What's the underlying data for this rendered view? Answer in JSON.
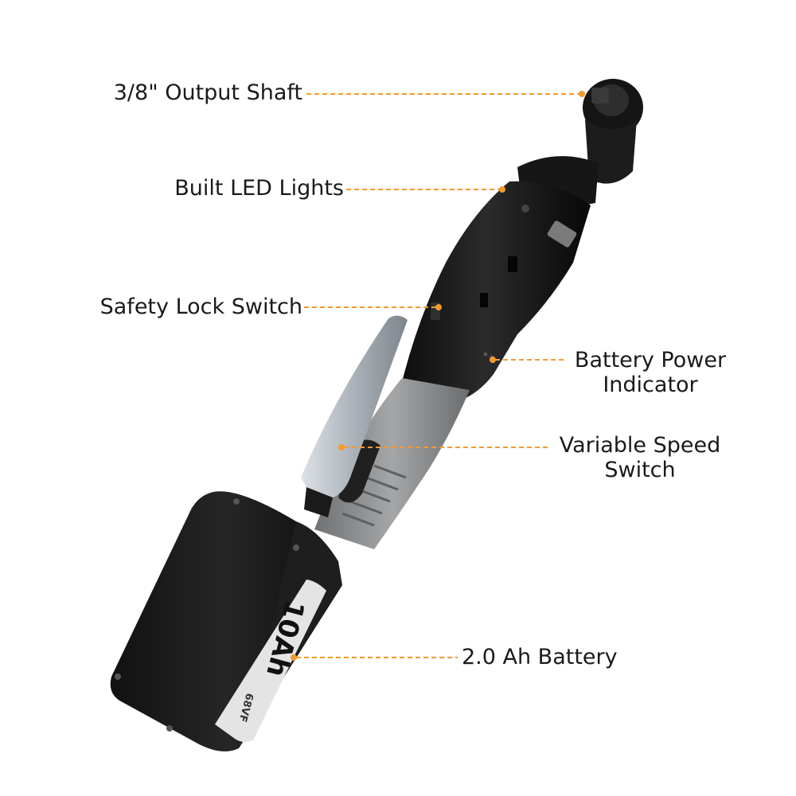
{
  "colors": {
    "accent": "#f39a2f",
    "tool_body": "#1b1b1b",
    "tool_grip": "#8c8e90",
    "clip": "#b6bcc2"
  },
  "callouts": {
    "output_shaft": "3/8\" Output Shaft",
    "led_lights": "Built LED Lights",
    "safety_lock": "Safety Lock Switch",
    "battery_power_line1": "Battery Power",
    "battery_power_line2": "Indicator",
    "variable_speed_line1": "Variable Speed",
    "variable_speed_line2": "Switch",
    "battery": "2.0 Ah Battery"
  },
  "battery_label": {
    "capacity": "10Ah",
    "voltage": "68VF"
  }
}
